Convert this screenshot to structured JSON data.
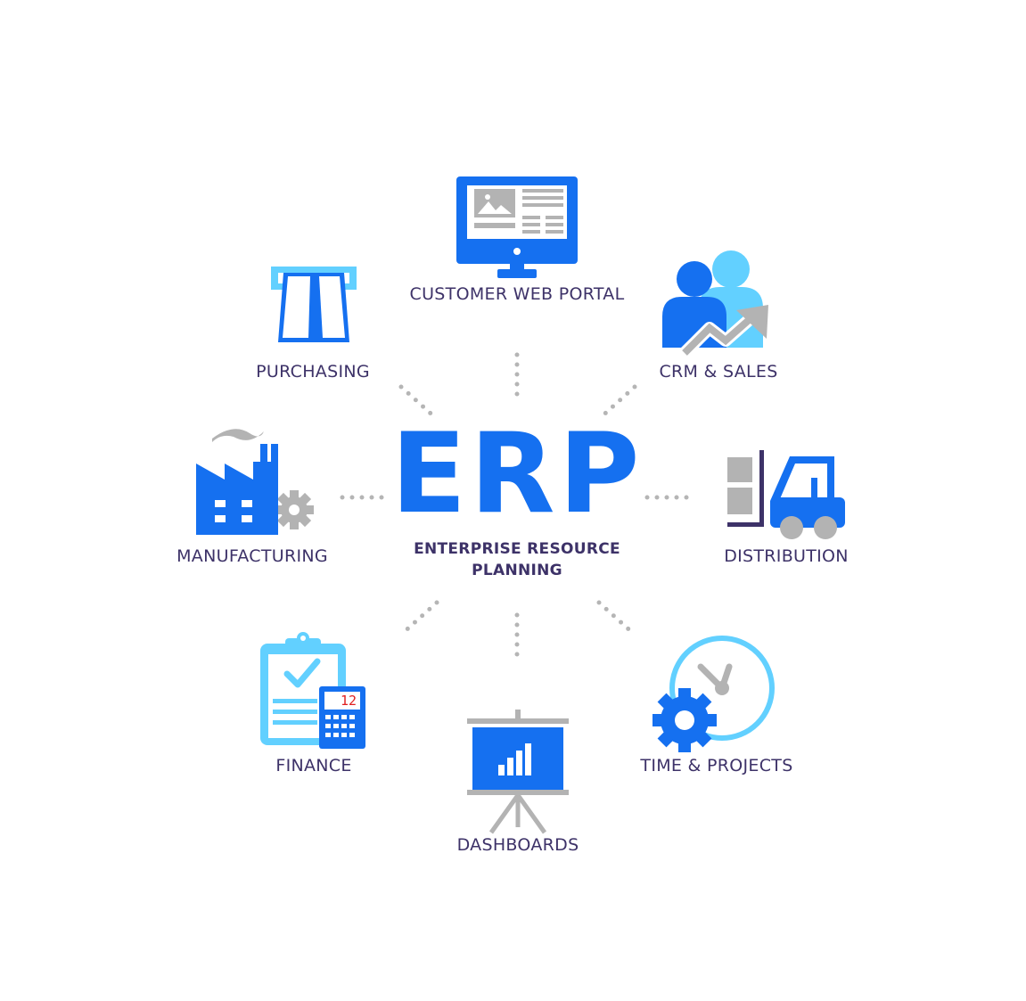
{
  "center": {
    "title": "ERP",
    "subtitle_line1": "ENTERPRISE RESOURCE",
    "subtitle_line2": "PLANNING"
  },
  "modules": {
    "customer_web_portal": "CUSTOMER WEB PORTAL",
    "purchasing": "PURCHASING",
    "crm_sales": "CRM & SALES",
    "manufacturing": "MANUFACTURING",
    "distribution": "DISTRIBUTION",
    "finance": "FINANCE",
    "time_projects": "TIME & PROJECTS",
    "dashboards": "DASHBOARDS"
  },
  "calculator_display": "12",
  "icons": {
    "customer_web_portal": "monitor-icon",
    "purchasing": "receipt-icon",
    "crm_sales": "people-growth-icon",
    "manufacturing": "factory-icon",
    "distribution": "forklift-icon",
    "finance": "clipboard-calculator-icon",
    "time_projects": "clock-gear-icon",
    "dashboards": "presentation-board-icon"
  },
  "colors": {
    "primary_blue": "#1570f0",
    "light_blue": "#62d0ff",
    "gray": "#b3b3b3",
    "label_purple": "#3d3268"
  }
}
